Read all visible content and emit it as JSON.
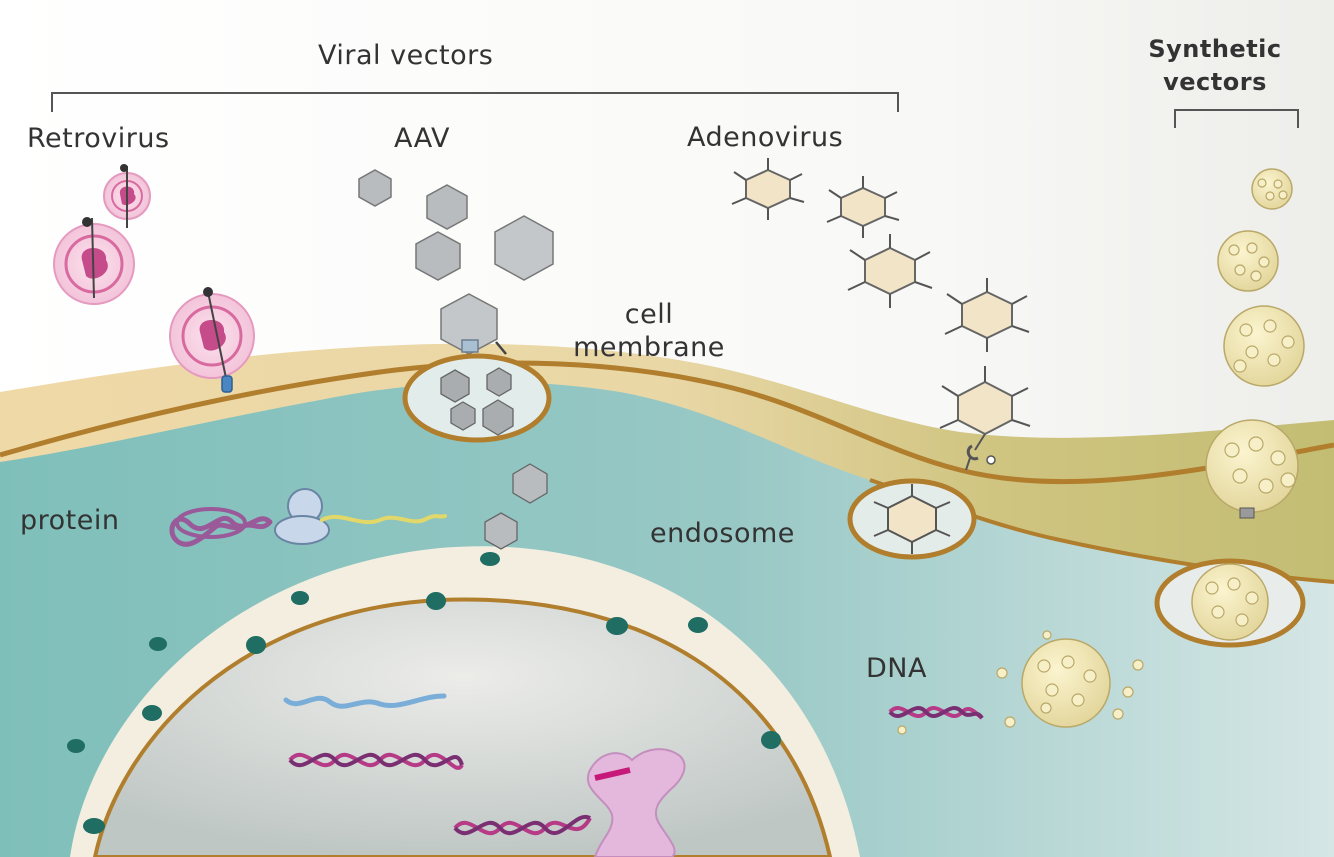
{
  "labels": {
    "viral_vectors": "Viral vectors",
    "synthetic_vectors_line1": "Synthetic",
    "synthetic_vectors_line2": "vectors",
    "retrovirus": "Retrovirus",
    "aav": "AAV",
    "adenovirus": "Adenovirus",
    "cell_membrane_line1": "cell",
    "cell_membrane_line2": "membrane",
    "protein": "protein",
    "endosome": "endosome",
    "dna": "DNA"
  },
  "colors": {
    "background": "#f6f6f4",
    "cytoplasm": "#8fc3c0",
    "membrane": "#b07e2c",
    "lipid_bilayer": "#e6cf9c",
    "nucleus": "#d3d3cf",
    "nuclear_pore": "#1f6d63",
    "retrovirus": "#d96aa0",
    "aav_capsid": "#a9adaf",
    "adenovirus": "#5e5e5e",
    "synthetic_particle": "#eee3b0",
    "dna_strand": "#b63a86",
    "protein": "#9a5a9a",
    "ribosome": "#c8d8ea",
    "mrna": "#e2d86a"
  }
}
